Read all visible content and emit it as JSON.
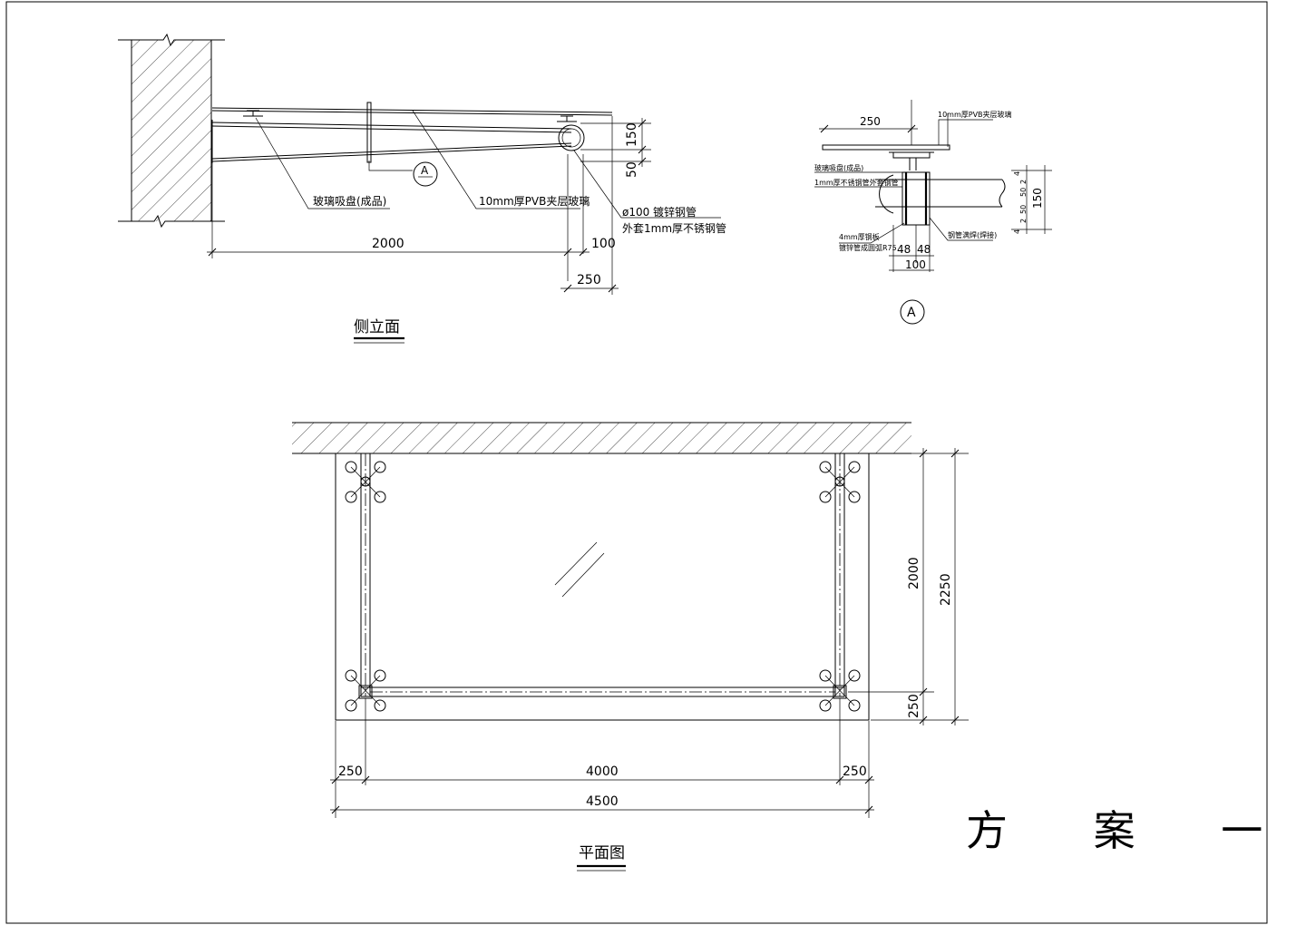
{
  "side_elevation": {
    "title": "侧立面",
    "labels": {
      "glass_clamp": "玻璃吸盘(成品)",
      "glass": "10mm厚PVB夹层玻璃",
      "pipe_line1": "ø100 镀锌钢管",
      "pipe_line2": "外套1mm厚不锈钢管"
    },
    "dims": {
      "length": "2000",
      "h150": "150",
      "h50": "50",
      "d100": "100",
      "d250": "250"
    },
    "callout": "A"
  },
  "detail_a": {
    "callout": "A",
    "top_note": "10mm厚PVB夹层玻璃",
    "notes": {
      "clamp": "玻璃吸盘(成品)",
      "sleeve": "1mm厚不锈钢管外套钢管",
      "plate_line1": "4mm厚钢板",
      "plate_line2": "镀锌管成圆弧R75",
      "weld": "钢管满焊(焊接)"
    },
    "dims": {
      "d250": "250",
      "d48a": "48",
      "d48b": "48",
      "d100": "100",
      "v4a": "4",
      "v2a": "2",
      "v50a": "50",
      "v50b": "50",
      "v2b": "2",
      "v4b": "4",
      "v150": "150"
    }
  },
  "plan": {
    "title": "平面图",
    "dims": {
      "left250": "250",
      "mid4000": "4000",
      "right250": "250",
      "total4500": "4500",
      "v2000": "2000",
      "v250": "250",
      "v2250": "2250"
    }
  },
  "scheme_label": "方 案 一"
}
